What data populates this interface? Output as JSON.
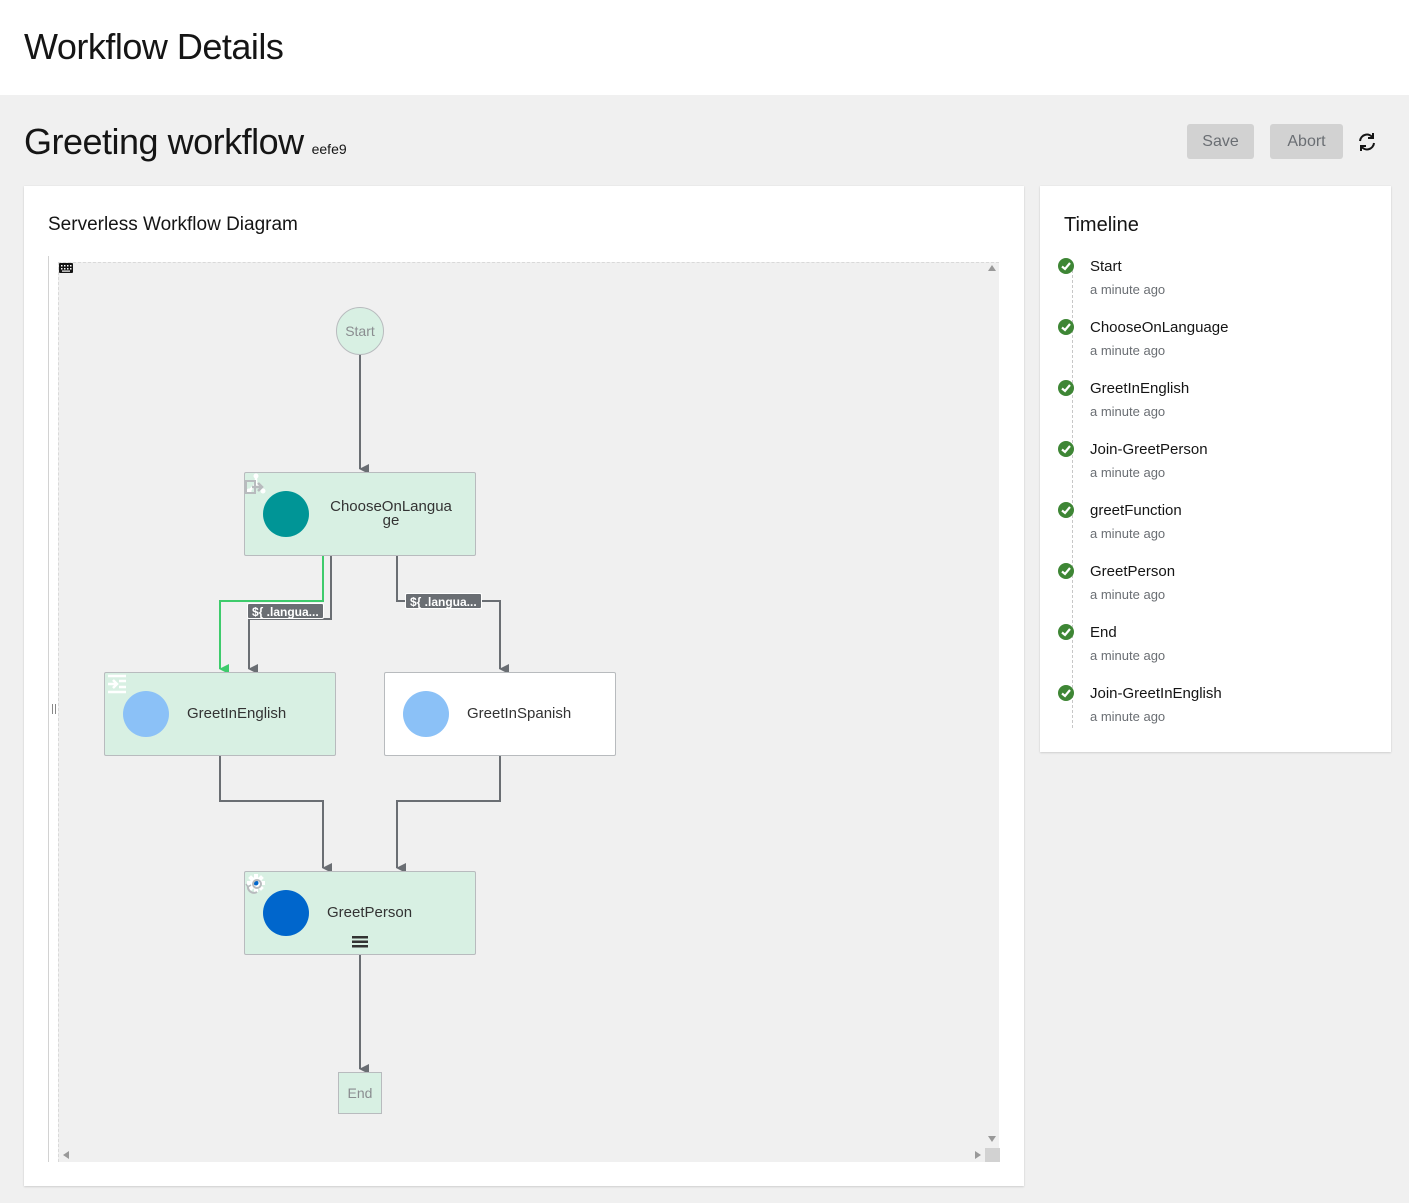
{
  "header": {
    "title": "Workflow Details"
  },
  "workflow": {
    "name": "Greeting workflow",
    "id": "eefe9"
  },
  "actions": {
    "save_label": "Save",
    "abort_label": "Abort",
    "refresh_icon": "sync-icon"
  },
  "diagram": {
    "title": "Serverless Workflow Diagram",
    "nodes": {
      "start": "Start",
      "choose": "ChooseOnLangua ge",
      "english": "GreetInEnglish",
      "spanish": "GreetInSpanish",
      "greet": "GreetPerson",
      "end": "End"
    },
    "edge_labels": {
      "left": "${ .langua...",
      "right": "${ .langua..."
    },
    "colors": {
      "node_active": "#d8f0e3",
      "node_inactive": "#ffffff",
      "switch_icon": "#009596",
      "inject_icon": "#8bc1f7",
      "operation_icon": "#0066cc",
      "taken_edge": "#3ecb6c",
      "edge": "#6a6e73"
    }
  },
  "timeline": {
    "title": "Timeline",
    "items": [
      {
        "name": "Start",
        "time": "a minute ago"
      },
      {
        "name": "ChooseOnLanguage",
        "time": "a minute ago"
      },
      {
        "name": "GreetInEnglish",
        "time": "a minute ago"
      },
      {
        "name": "Join-GreetPerson",
        "time": "a minute ago"
      },
      {
        "name": "greetFunction",
        "time": "a minute ago"
      },
      {
        "name": "GreetPerson",
        "time": "a minute ago"
      },
      {
        "name": "End",
        "time": "a minute ago"
      },
      {
        "name": "Join-GreetInEnglish",
        "time": "a minute ago"
      }
    ],
    "status_color": "#3e8635"
  }
}
